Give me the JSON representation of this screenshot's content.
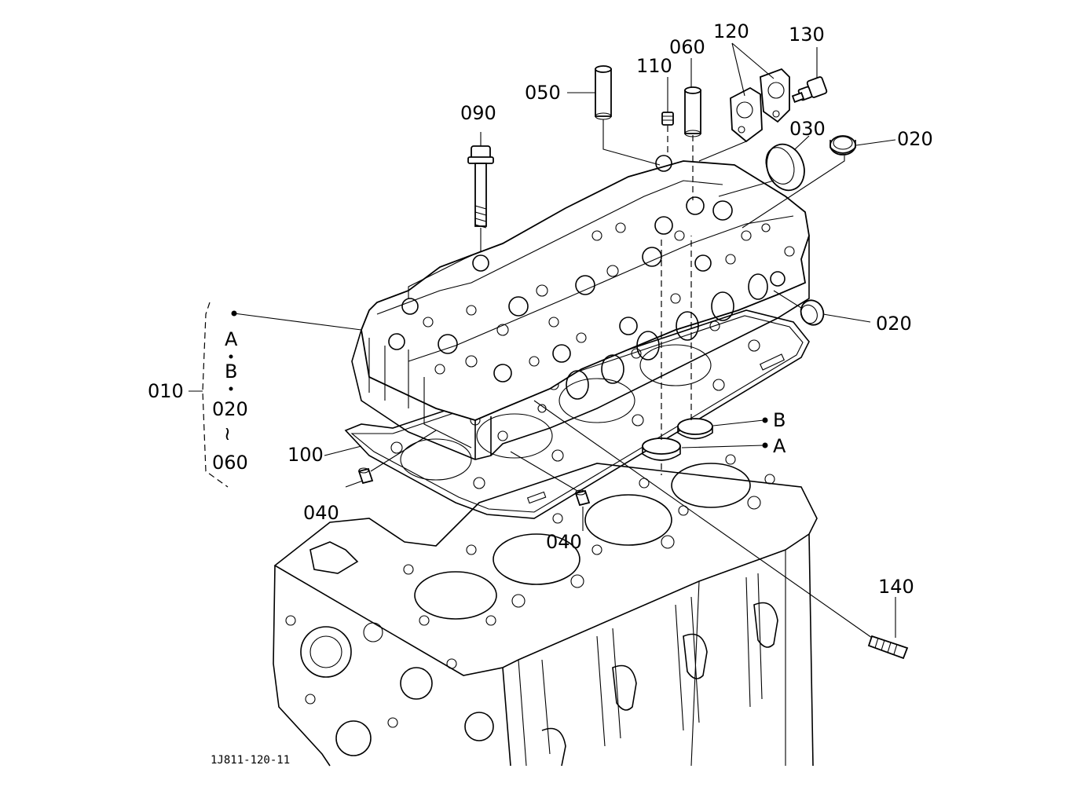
{
  "diagram": {
    "drawing_code": "1J811-120-11",
    "callouts": {
      "p010": "010",
      "p020_top": "020",
      "p020_side": "020",
      "p030": "030",
      "p040_left": "040",
      "p040_right": "040",
      "p050": "050",
      "p060": "060",
      "p090": "090",
      "p100": "100",
      "p110": "110",
      "p120": "120",
      "p130": "130",
      "p140": "140"
    },
    "markers": {
      "a": "A",
      "b": "B"
    },
    "group_010": {
      "line1": "A",
      "line2": "B",
      "line3": "020",
      "line4": "≀",
      "line5": "060"
    }
  }
}
